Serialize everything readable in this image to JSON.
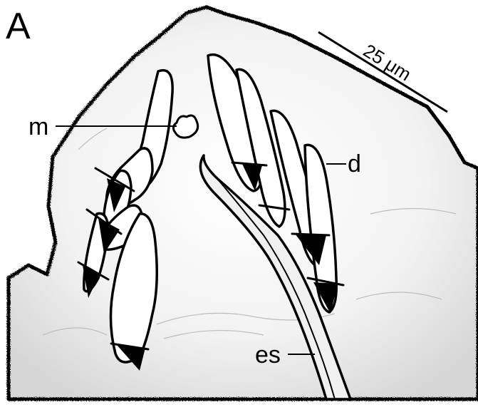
{
  "panel_label": "A",
  "scale_bar": {
    "text": "25 μm"
  },
  "labels": {
    "m": "m",
    "d": "d",
    "es": "es"
  },
  "colors": {
    "ink": "#000000",
    "tissue": "#e6e6e6",
    "paper": "#ffffff"
  }
}
